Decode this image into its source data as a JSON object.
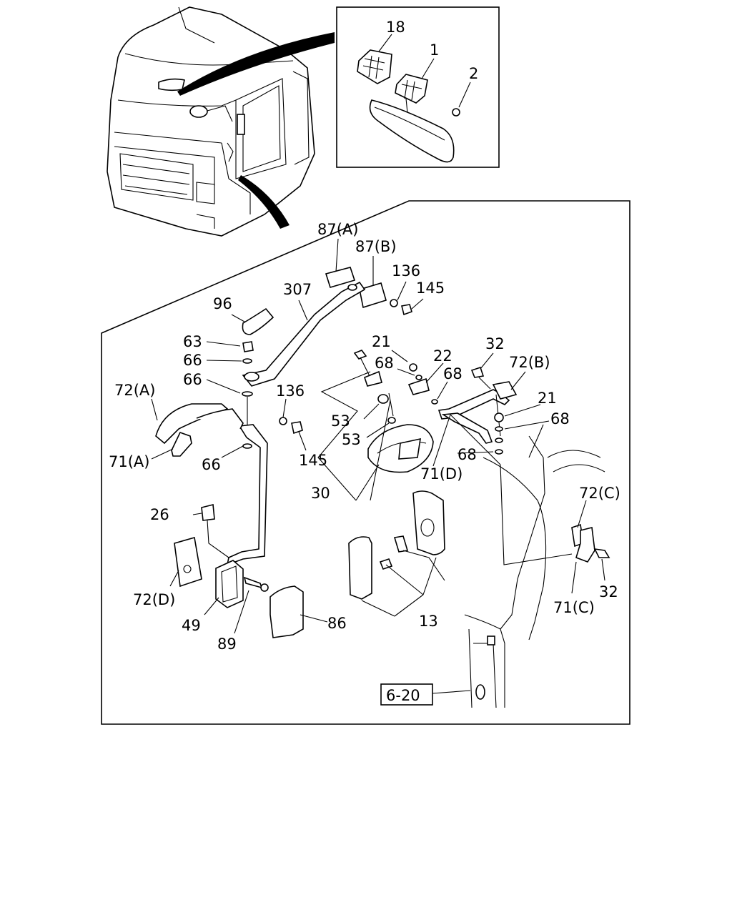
{
  "callouts": {
    "c18": "18",
    "c1": "1",
    "c2": "2",
    "c87a": "87(A)",
    "c87b": "87(B)",
    "c307": "307",
    "c136a": "136",
    "c145a": "145",
    "c96": "96",
    "c63": "63",
    "c66a": "66",
    "c66b": "66",
    "c66c": "66",
    "c72a": "72(A)",
    "c71a": "71(A)",
    "c136b": "136",
    "c145b": "145",
    "c21a": "21",
    "c68a": "68",
    "c22": "22",
    "c68b": "68",
    "c53a": "53",
    "c53b": "53",
    "c30": "30",
    "c32a": "32",
    "c72b": "72(B)",
    "c21b": "21",
    "c68c": "68",
    "c71d": "71(D)",
    "c68d": "68",
    "c72c": "72(C)",
    "c32b": "32",
    "c71c": "71(C)",
    "c26": "26",
    "c72d": "72(D)",
    "c49": "49",
    "c89": "89",
    "c86": "86",
    "c13": "13"
  },
  "reference_box": {
    "label": "6-20"
  },
  "icons": [
    "truck-cab",
    "rear-view-mirror",
    "mirror-stay",
    "fastener"
  ]
}
